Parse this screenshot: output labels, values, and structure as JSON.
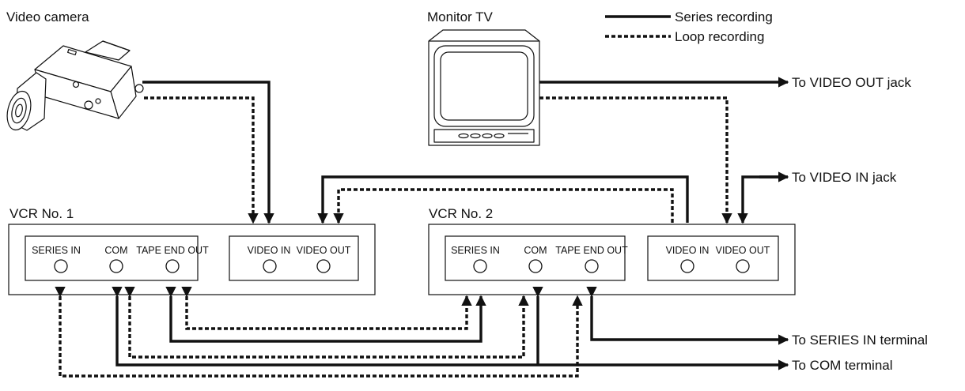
{
  "labels": {
    "video_camera": "Video camera",
    "monitor_tv": "Monitor TV",
    "vcr1": "VCR No. 1",
    "vcr2": "VCR No. 2"
  },
  "legend": {
    "series": "Series recording",
    "loop": "Loop recording"
  },
  "vcr_jacks": {
    "series_in": "SERIES IN",
    "com": "COM",
    "tape_end_out": "TAPE END OUT",
    "video_in": "VIDEO IN",
    "video_out": "VIDEO OUT"
  },
  "destinations": {
    "video_out_jack": "To VIDEO OUT jack",
    "video_in_jack": "To VIDEO IN jack",
    "series_in_terminal": "To SERIES IN terminal",
    "com_terminal": "To COM terminal"
  }
}
